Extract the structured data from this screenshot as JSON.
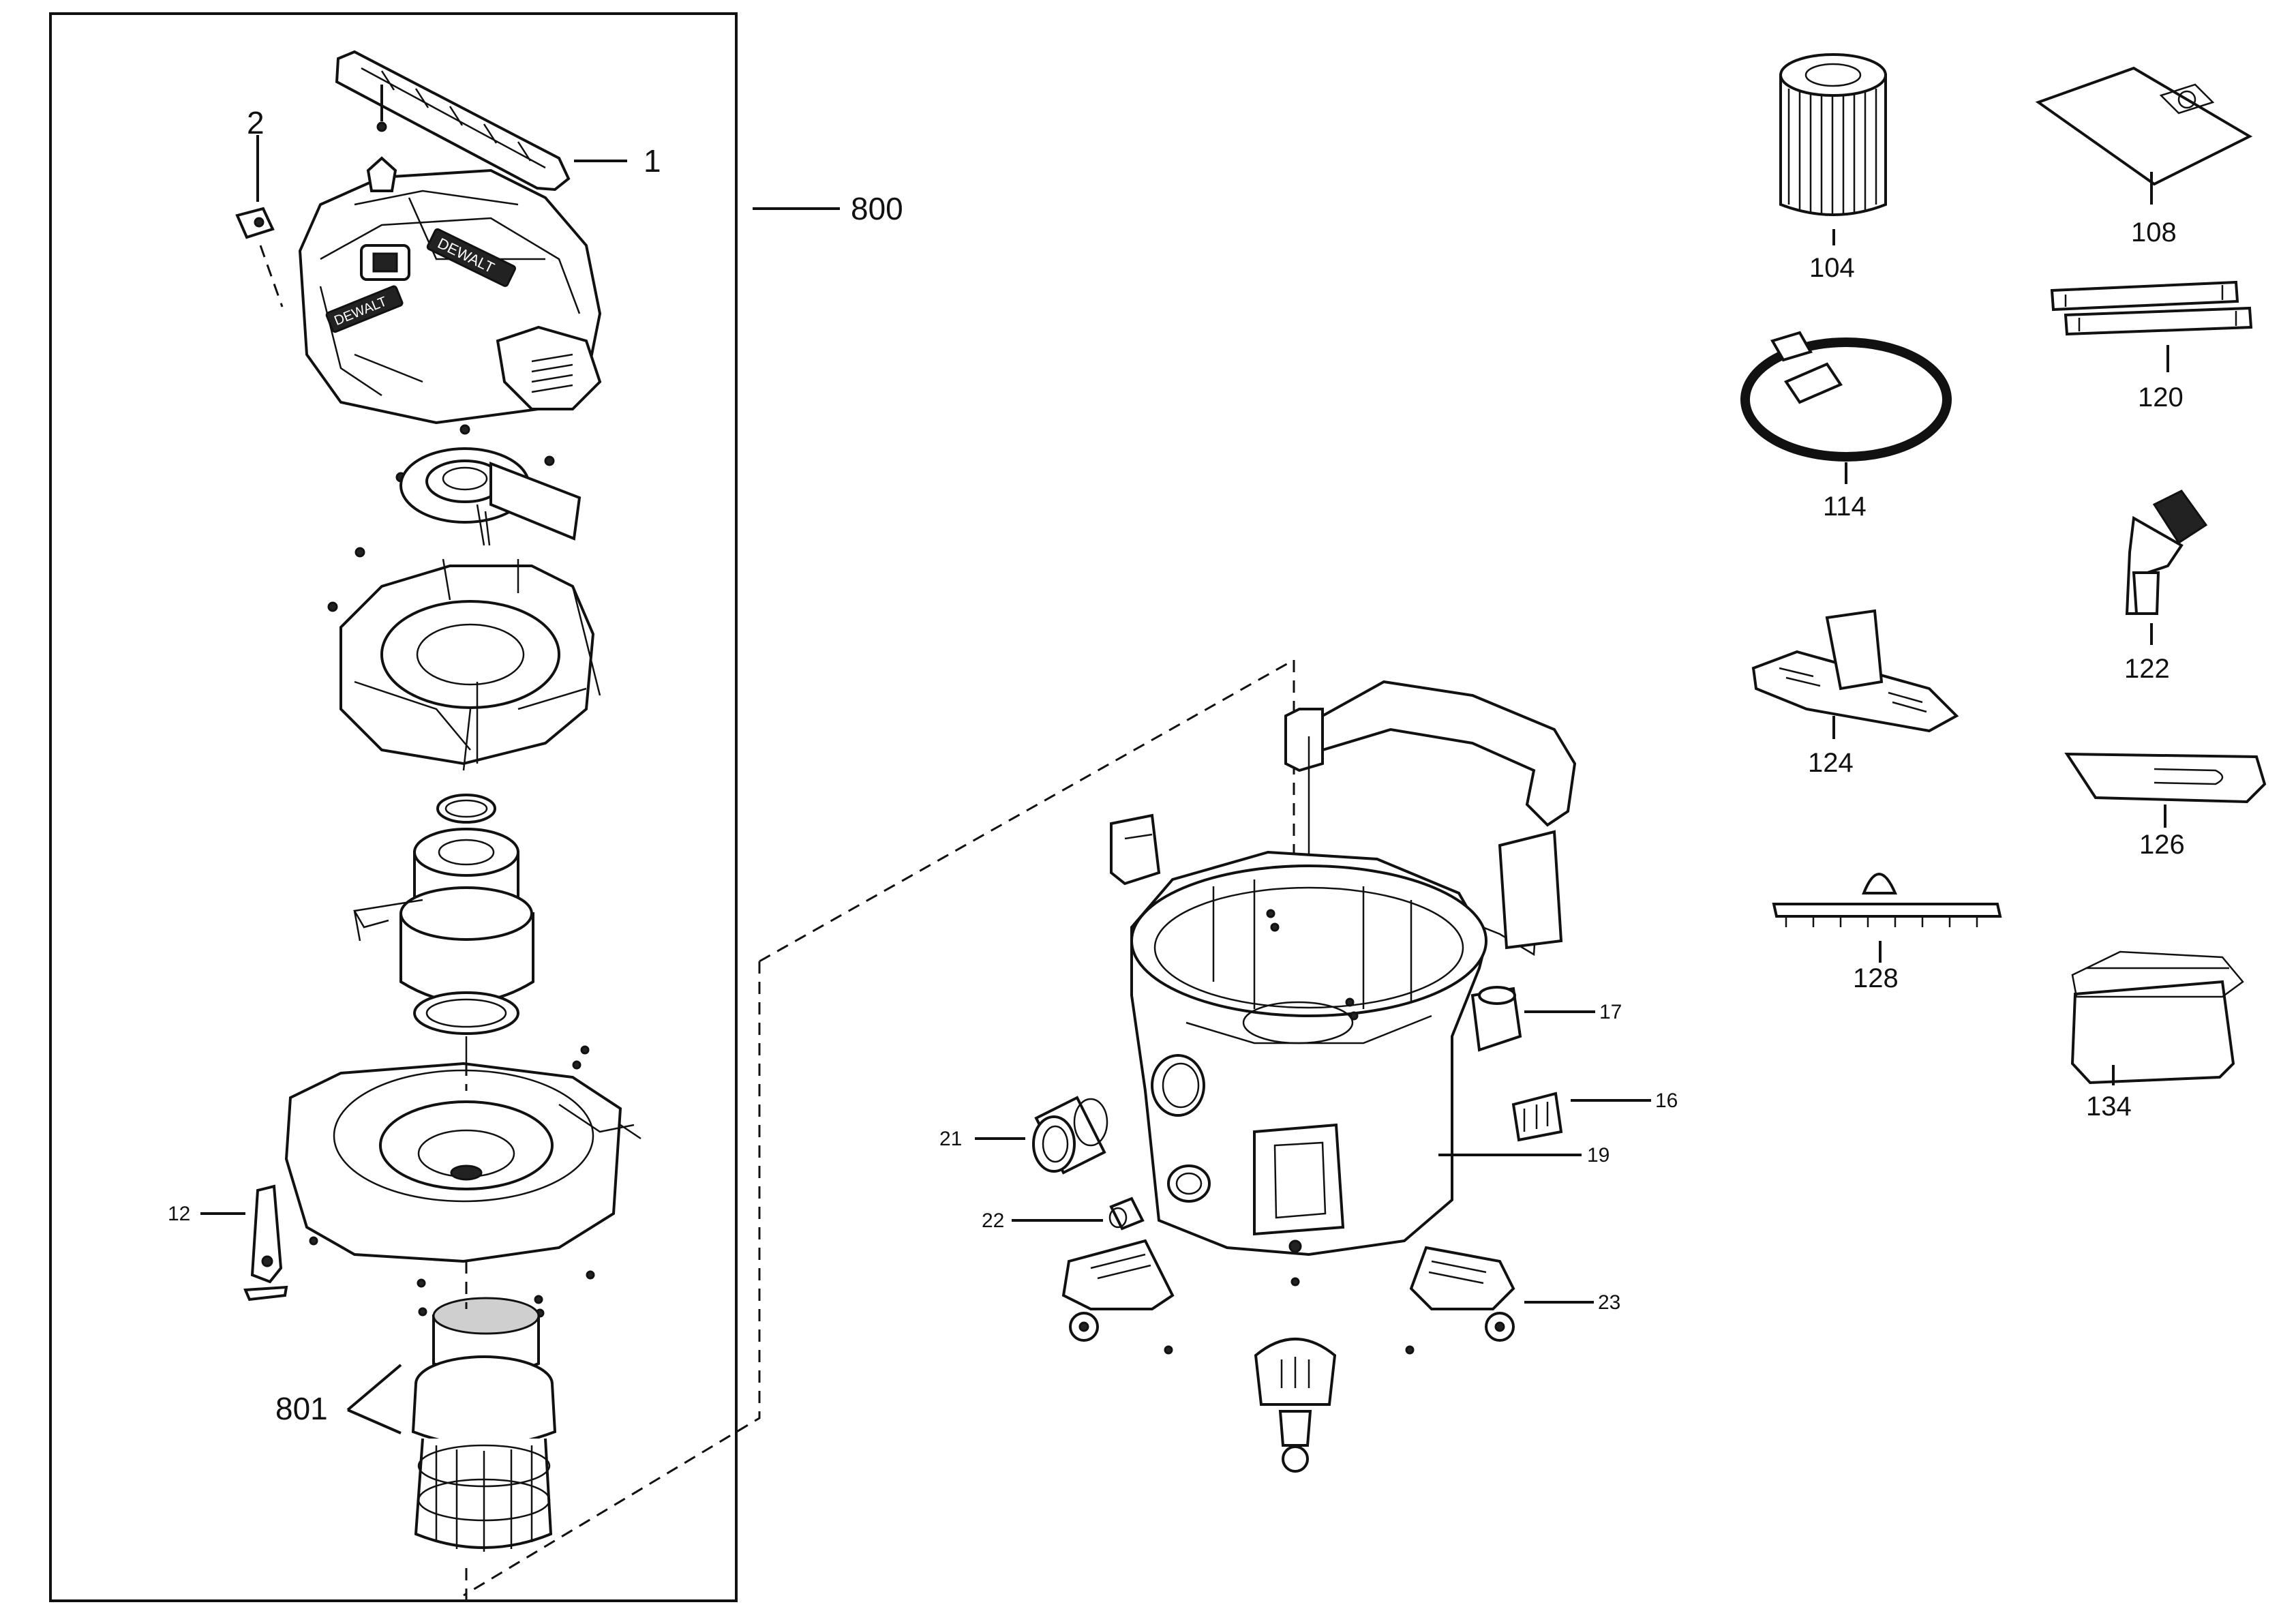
{
  "labels": {
    "p1": "1",
    "p2": "2",
    "p800": "800",
    "p12": "12",
    "p801": "801",
    "p17": "17",
    "p16": "16",
    "p19": "19",
    "p21": "21",
    "p22": "22",
    "p23": "23",
    "p104": "104",
    "p108": "108",
    "p114": "114",
    "p120": "120",
    "p122": "122",
    "p124": "124",
    "p126": "126",
    "p128": "128",
    "p134": "134"
  },
  "brand": {
    "logo_text_top": "DEWALT",
    "logo_text_front": "DEWALT"
  }
}
